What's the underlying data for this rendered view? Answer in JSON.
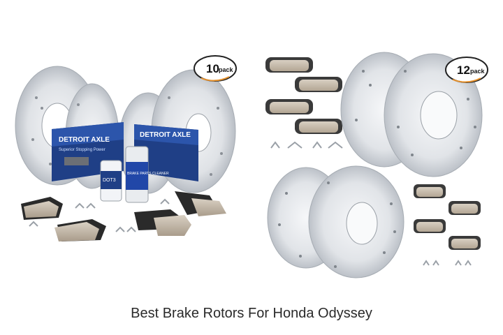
{
  "left_kit": {
    "pack_badge": {
      "number": "10",
      "unit": "pack"
    },
    "brand": "DETROIT AXLE",
    "box_subtitle": "Superior Stopping Power",
    "bottle_label_1": "DOT3",
    "spray_label": "BRAKE PARTS CLEANER"
  },
  "right_kit": {
    "pack_badge": {
      "number": "12",
      "unit": "pack"
    }
  },
  "caption": "Best Brake Rotors For Honda Odyssey"
}
